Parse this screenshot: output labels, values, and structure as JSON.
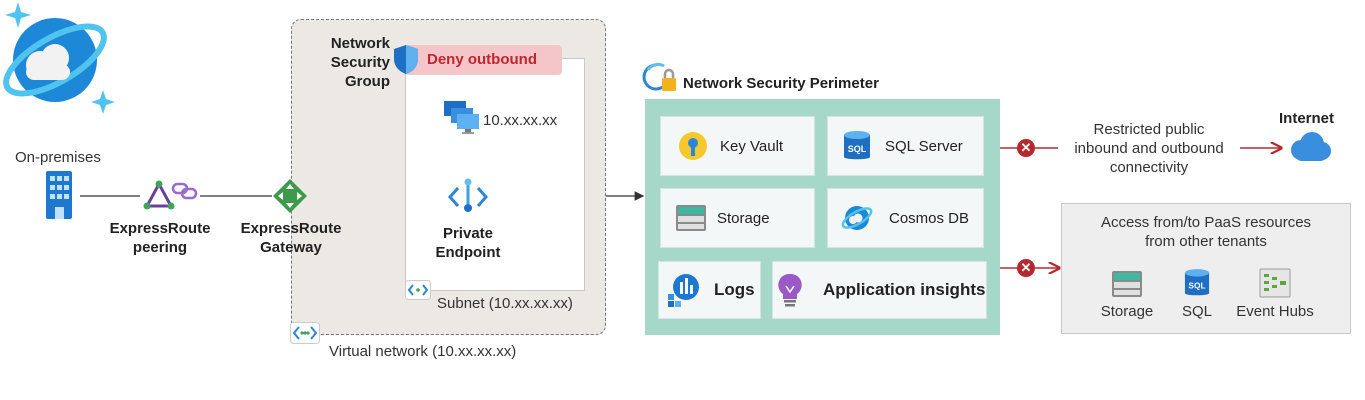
{
  "labels": {
    "on_premises": "On-premises",
    "expressroute_peering": "ExpressRoute\npeering",
    "expressroute_gateway": "ExpressRoute\nGateway",
    "nsg": "Network\nSecurity\nGroup",
    "deny_outbound": "Deny outbound",
    "vm_ip": "10.xx.xx.xx",
    "private_endpoint": "Private\nEndpoint",
    "subnet": "Subnet (10.xx.xx.xx)",
    "vnet": "Virtual network (10.xx.xx.xx)",
    "nsp": "Network Security Perimeter",
    "restricted": "Restricted public\ninbound and outbound\nconnectivity",
    "internet": "Internet",
    "paas_title": "Access from/to PaaS resources\nfrom other tenants"
  },
  "nsp_resources": {
    "key_vault": "Key Vault",
    "sql_server": "SQL Server",
    "storage": "Storage",
    "cosmos_db": "Cosmos DB",
    "logs": "Logs",
    "app_insights": "Application insights"
  },
  "paas_items": {
    "storage": "Storage",
    "sql": "SQL",
    "event_hubs": "Event Hubs"
  },
  "colors": {
    "nsp_bg": "#a6d8ca",
    "deny_bg": "#f5c6c9",
    "deny_text": "#c0262f",
    "block_red": "#b5282e",
    "azure_blue": "#0078d4"
  }
}
